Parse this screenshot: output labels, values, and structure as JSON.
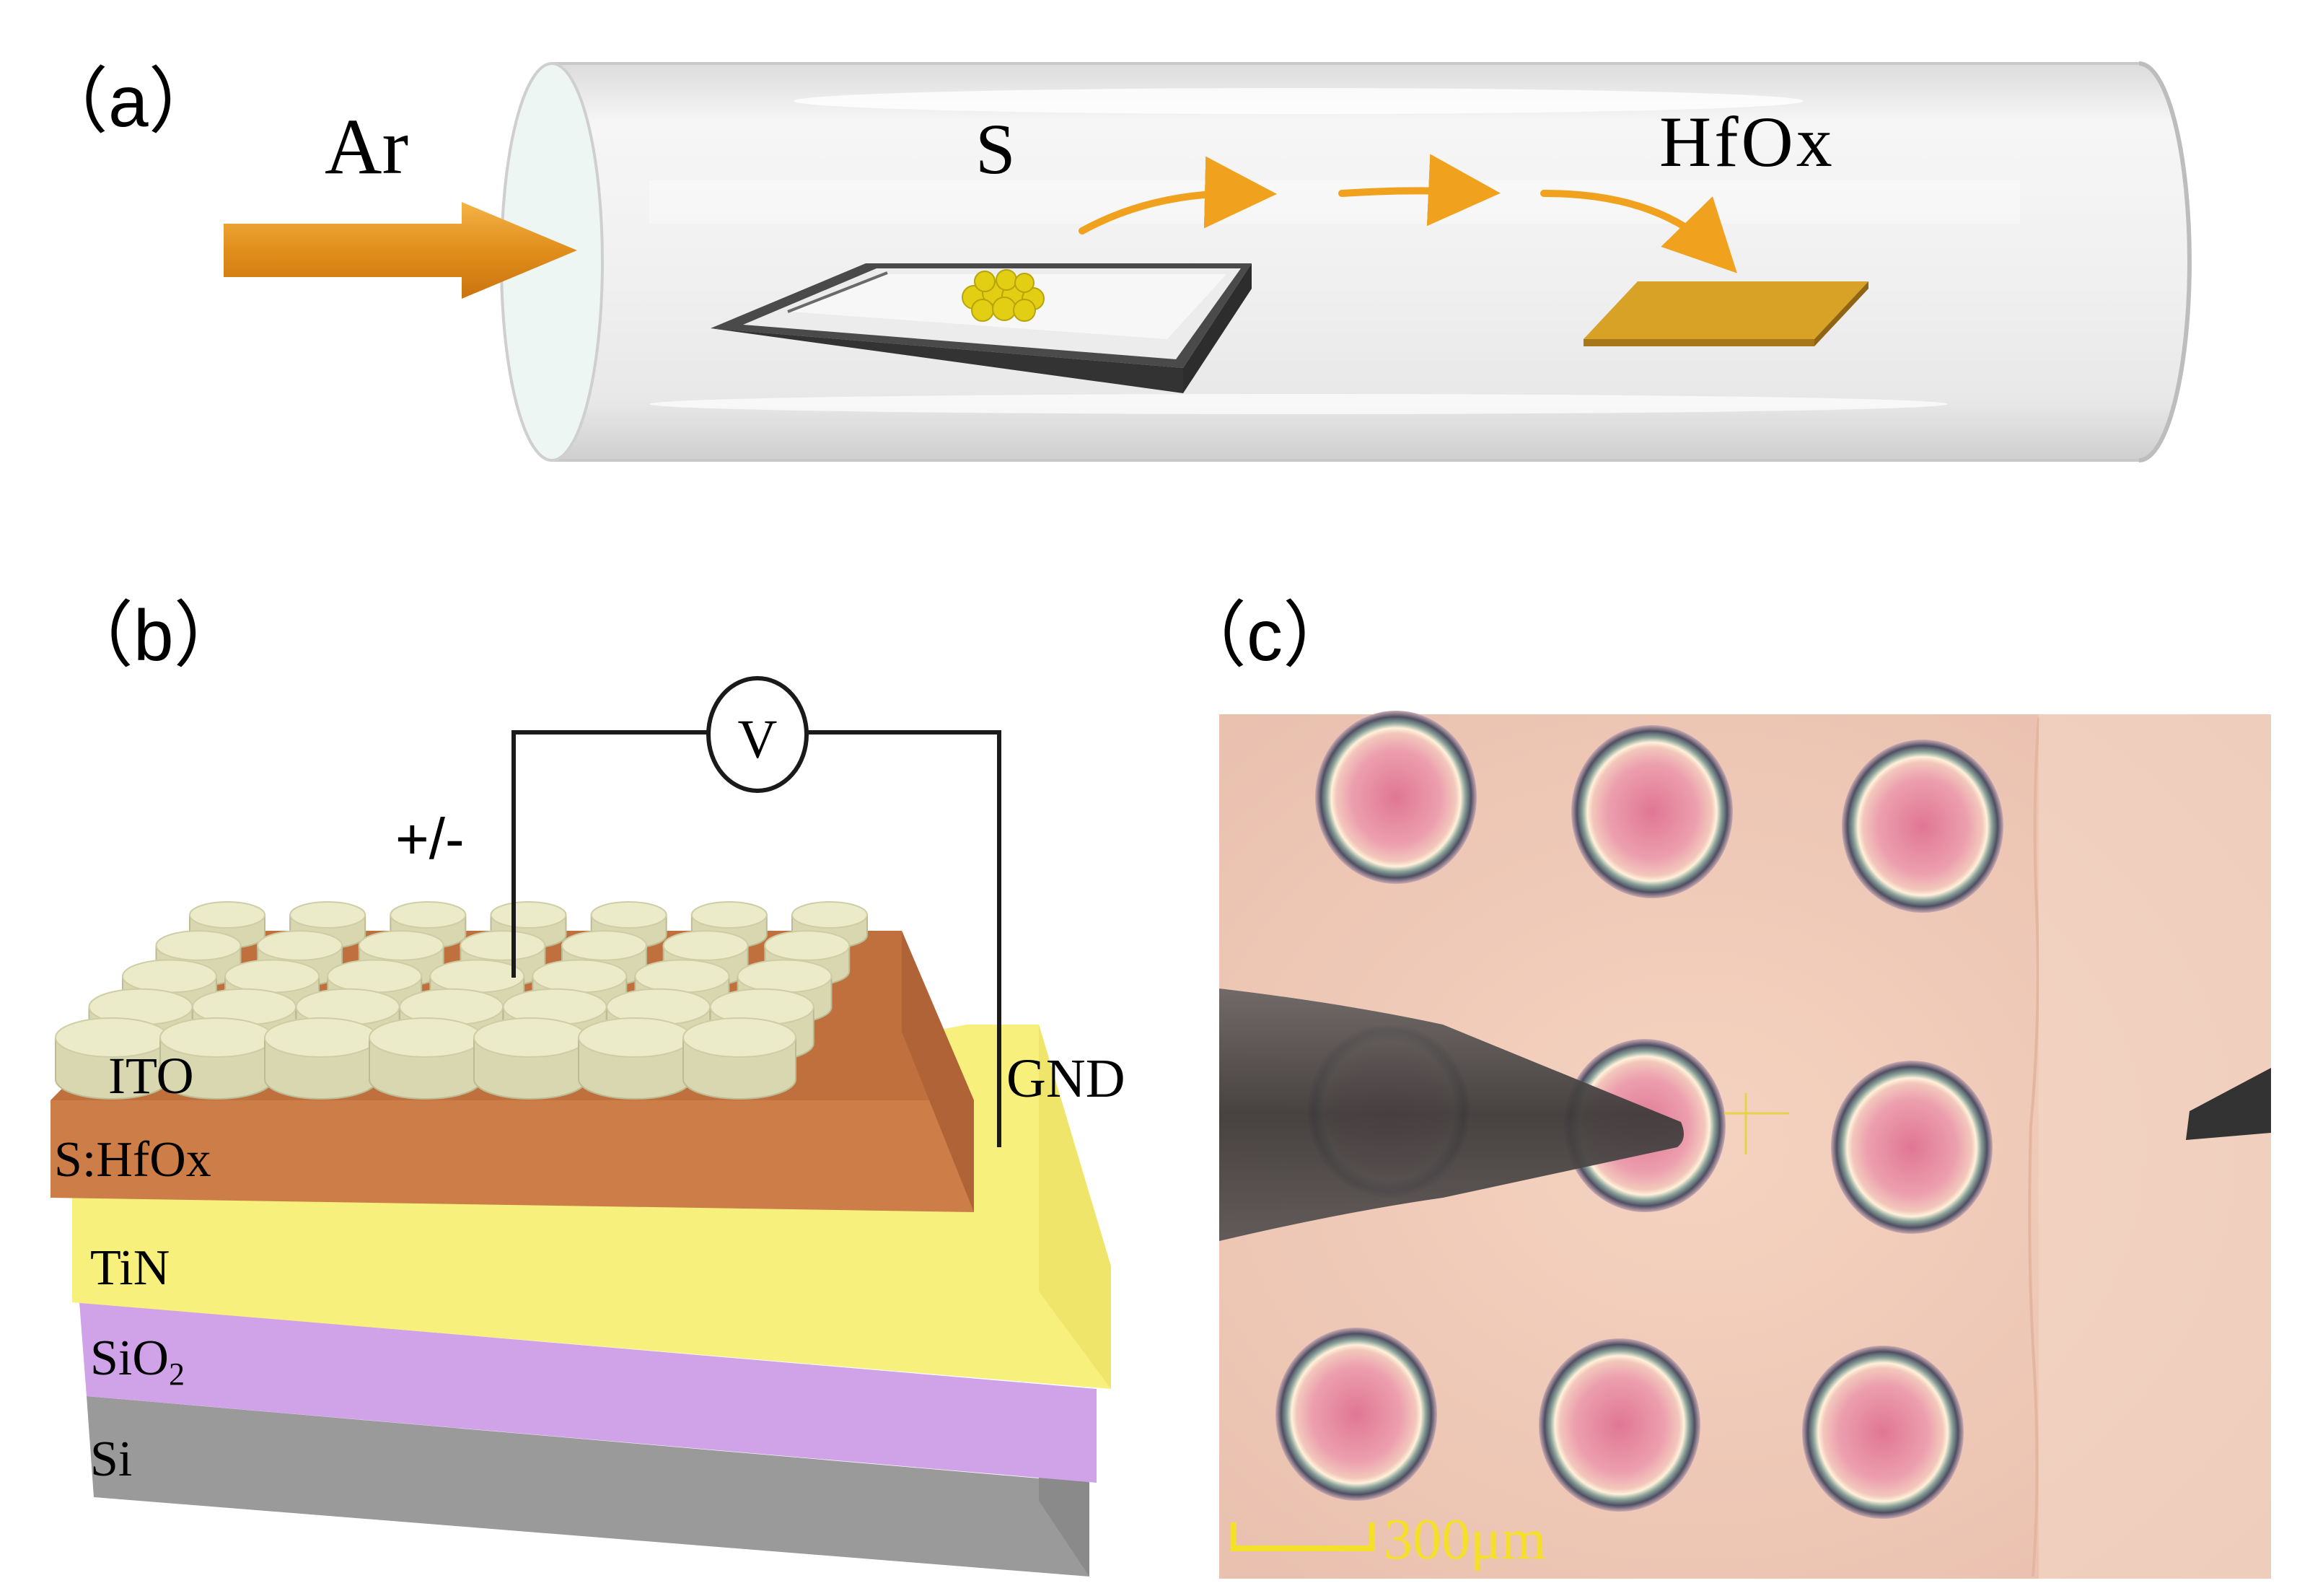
{
  "panel_a": {
    "label": "（a）",
    "gas": "Ar",
    "source": "S",
    "target": "HfOx",
    "colors": {
      "arrow": "#e8991f",
      "sulfur": "#e6d21a",
      "substrate": "#d9a62b",
      "boat_side": "#4a4a4a",
      "boat_top": "#e6e6e6"
    }
  },
  "panel_b": {
    "label": "（b）",
    "meter": "V",
    "polarity": "+/-",
    "ground": "GND",
    "layers": {
      "top": "ITO",
      "switching": "S:HfOx",
      "bottom_electrode": "TiN",
      "oxide": "SiO",
      "oxide_sub": "2",
      "substrate": "Si"
    },
    "colors": {
      "shfox": "#cd7e48",
      "tin": "#f7f07a",
      "sio2": "#cfa0e6",
      "si": "#999999",
      "ito": "#ecebc9"
    }
  },
  "panel_c": {
    "label": "（c）",
    "scale_bar": "300μm",
    "colors": {
      "background": "#f1cbb8",
      "pad_center": "#e3829a",
      "scale": "#f4e02a"
    }
  }
}
